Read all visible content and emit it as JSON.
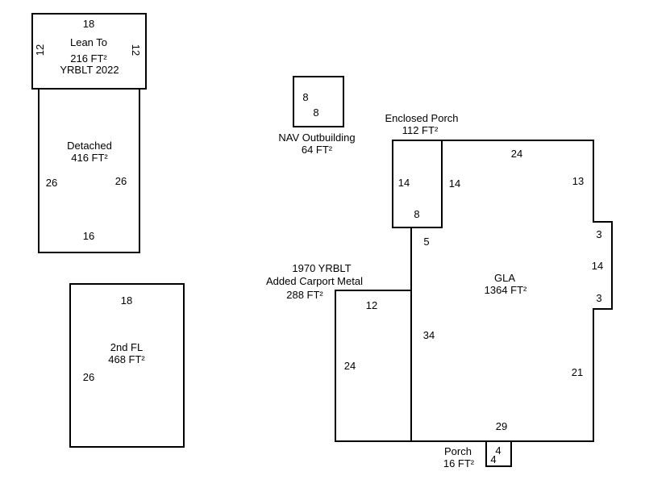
{
  "colors": {
    "line": "#000000",
    "background": "#ffffff"
  },
  "lean_to": {
    "label": "Lean To",
    "area": "216 FT²",
    "year": "YRBLT 2022",
    "top": "18",
    "left": "12",
    "right": "12"
  },
  "detached": {
    "label": "Detached",
    "area": "416 FT²",
    "left": "26",
    "right": "26",
    "bottom": "16"
  },
  "second_fl": {
    "label": "2nd FL",
    "area": "468 FT²",
    "top": "18",
    "left": "26"
  },
  "nav_outbuilding": {
    "label": "NAV Outbuilding",
    "area": "64 FT²",
    "dim_a": "8",
    "dim_b": "8"
  },
  "enclosed_porch": {
    "label": "Enclosed Porch",
    "area": "112 FT²",
    "left": "14",
    "right": "14",
    "bottom": "8"
  },
  "gla": {
    "label": "GLA",
    "area": "1364 FT²",
    "top": "24",
    "right_top": "13",
    "bump_top": "3",
    "bump_side": "14",
    "bump_bottom": "3",
    "right_bottom": "21",
    "bottom": "29",
    "left": "34",
    "left_top": "5"
  },
  "carport": {
    "year": "1970 YRBLT",
    "label": "Added Carport Metal",
    "area": "288 FT²",
    "top": "12",
    "left": "24"
  },
  "porch": {
    "label": "Porch",
    "area": "16 FT²",
    "dim_a": "4",
    "dim_b": "4"
  }
}
